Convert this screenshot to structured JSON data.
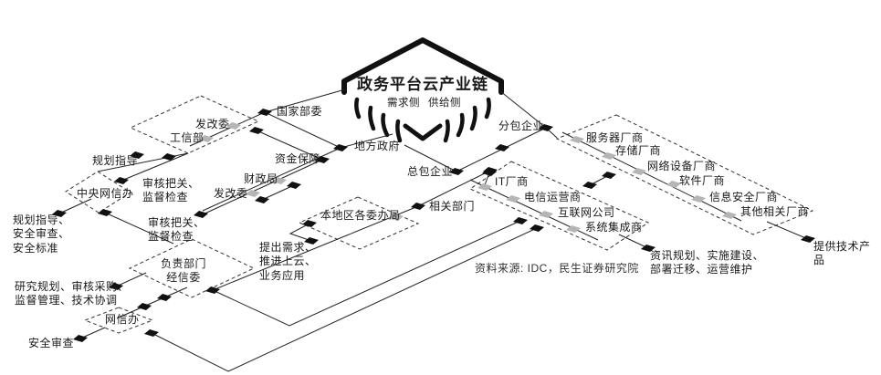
{
  "diagram": {
    "title": "政务平台云产业链",
    "sides": {
      "demand": "需求侧",
      "supply": "供给侧"
    },
    "source_note": "资料来源: IDC，民生证券研究院",
    "colors": {
      "node_black": "#111111",
      "node_gray": "#b5b5b5",
      "line": "#222222",
      "dashed_group": "#333333"
    },
    "labels": {
      "national_ministries": "国家部委",
      "ndrc_central": "发改委",
      "miit": "工信部",
      "planning_guidance": "规划指导",
      "review_supervision_1": "审核把关、\n监督检查",
      "central_cac": "中央网信办",
      "planning_security_standards": "规划指导、\n安全审查、\n安全标准",
      "review_supervision_2": "审核把关、\n监督检查",
      "ndrc_local": "发改委",
      "finance_bureau": "财政局",
      "funding_guarantee": "资金保障",
      "local_government": "地方政府",
      "local_commissions": "本地区各委办局",
      "related_departments": "相关部门",
      "general_contractor": "总包企业",
      "subcontractor": "分包企业",
      "it_vendor": "IT厂商",
      "telecom_operator": "电信运营商",
      "internet_company": "互联网公司",
      "system_integrator": "系统集成商",
      "server_vendor": "服务器厂商",
      "storage_vendor": "存储厂商",
      "network_equipment_vendor": "网络设备厂商",
      "software_vendor": "软件厂商",
      "infosec_vendor": "信息安全厂商",
      "other_vendors": "其他相关厂商",
      "provide_tech_products": "提供技术产品",
      "consulting_ops": "资讯规划、实施建设、\n部署迁移、运营维护",
      "responsible_dept": "负责部门\n经信委",
      "propose_demand": "提出需求、\n推进上云、\n业务应用",
      "research_planning": "研究规划、审核采购、\n监督管理、技术协调",
      "cac_local": "网信办",
      "security_review": "安全审查"
    }
  }
}
